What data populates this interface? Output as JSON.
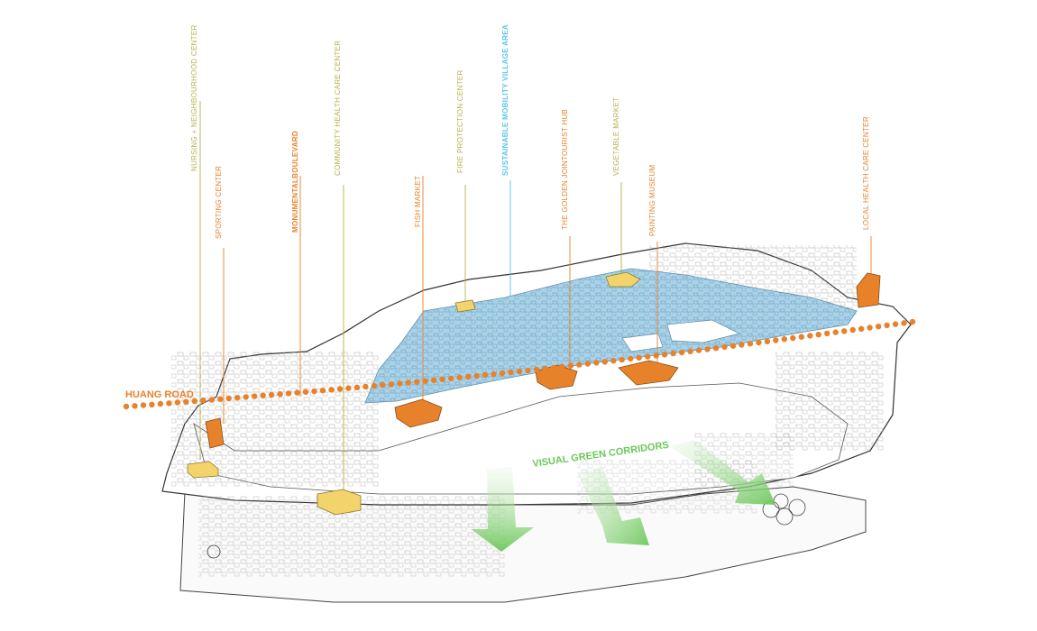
{
  "diagram": {
    "labels": {
      "nursing": "NURSING + NEIGHBOURHOOD CENTER",
      "sporting": "SPORTING CENTER",
      "monumental": "MONUMENTALBOULEVARD",
      "community": "COMMUNITY HEALTH CARE CENTER",
      "fish": "FISH MARKET",
      "fire": "FIRE PROTECTION CENTER",
      "sustainable": "SUSTAINABLE MOBILITY VILLAGE AREA",
      "golden": "THE GOLDEN JOINTOURIST HUB",
      "vegetable": "VEGETABLE MARKET",
      "painting": "PAINTING MUSEUM",
      "local": "LOCAL HEALTH CARE CENTER"
    },
    "road_label": "HUANG ROAD",
    "corridor_label": "VISUAL GREEN CORRIDORS"
  },
  "colors": {
    "orange": "#e8822a",
    "yellow": "#f3d46a",
    "olive": "#b7b24a",
    "blue": "#a9d3ea",
    "cyan": "#59c6e6",
    "green": "#6cc75a",
    "outline": "#333333"
  }
}
